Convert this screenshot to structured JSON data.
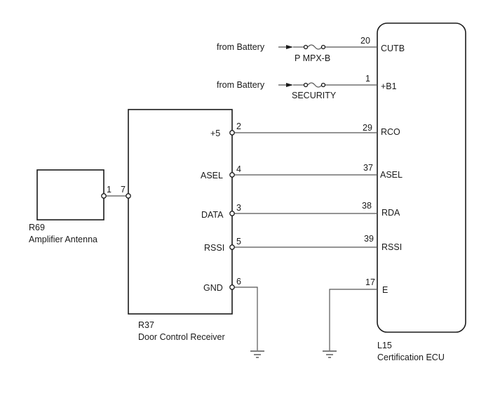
{
  "sources": [
    {
      "label": "from Battery",
      "fuse": "P MPX-B",
      "ecu_pin": "20",
      "ecu_signal": "CUTB"
    },
    {
      "label": "from Battery",
      "fuse": "SECURITY",
      "ecu_pin": "1",
      "ecu_signal": "+B1"
    }
  ],
  "receiver": {
    "code": "R37",
    "name": "Door Control Receiver",
    "left_pin": "7",
    "pins": [
      {
        "signal": "+5",
        "pin": "2",
        "ecu_pin": "29",
        "ecu_signal": "RCO"
      },
      {
        "signal": "ASEL",
        "pin": "4",
        "ecu_pin": "37",
        "ecu_signal": "ASEL"
      },
      {
        "signal": "DATA",
        "pin": "3",
        "ecu_pin": "38",
        "ecu_signal": "RDA"
      },
      {
        "signal": "RSSI",
        "pin": "5",
        "ecu_pin": "39",
        "ecu_signal": "RSSI"
      },
      {
        "signal": "GND",
        "pin": "6"
      }
    ]
  },
  "antenna": {
    "code": "R69",
    "name": "Amplifier Antenna",
    "pin": "1"
  },
  "ecu": {
    "code": "L15",
    "name": "Certification ECU",
    "ground_pin": "17",
    "ground_signal": "E"
  }
}
